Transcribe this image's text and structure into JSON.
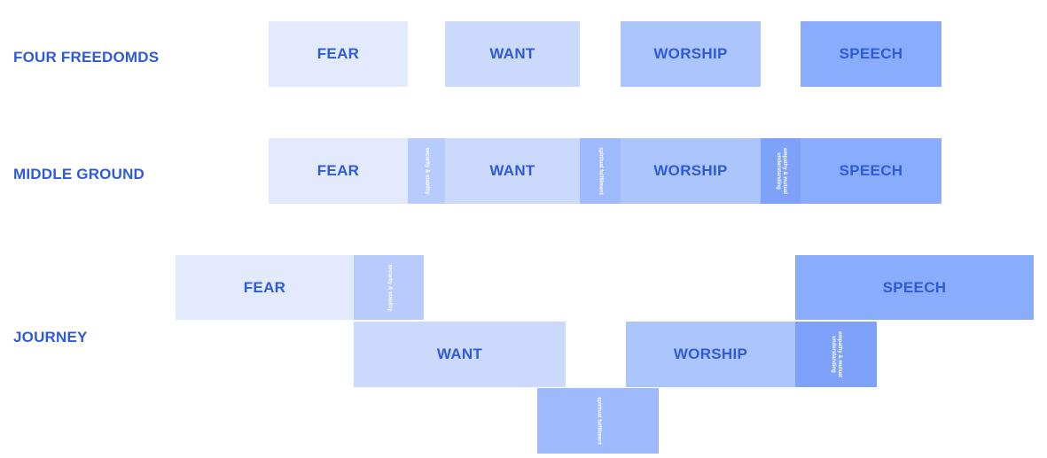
{
  "labels": {
    "four_freedoms": "FOUR FREEDOMDS",
    "middle_ground": "MIDDLE GROUND",
    "journey": "JOURNEY"
  },
  "row1": {
    "fear": "FEAR",
    "want": "WANT",
    "worship": "WORSHIP",
    "speech": "SPEECH"
  },
  "row2": {
    "fear": "FEAR",
    "bridge1": "security & stability",
    "want": "WANT",
    "bridge2": "spiritual fulfillment",
    "worship": "WORSHIP",
    "bridge3": "empathy & mutual understanding",
    "speech": "SPEECH"
  },
  "row3": {
    "fear": "FEAR",
    "bridge1": "security & stability",
    "want": "WANT",
    "bridge2": "spiritual fulfillment",
    "worship": "WORSHIP",
    "bridge3": "empathy & mutual understanding",
    "speech": "SPEECH"
  },
  "colors": {
    "label": "#2f5bd6",
    "fear": "#e3eafd",
    "want": "#cbd9fd",
    "worship": "#adc5fd",
    "speech": "#8aacfc",
    "bridge_security": "#b7cbfc",
    "bridge_spiritual": "#9fbafc",
    "bridge_empathy": "#7ea1f9"
  }
}
